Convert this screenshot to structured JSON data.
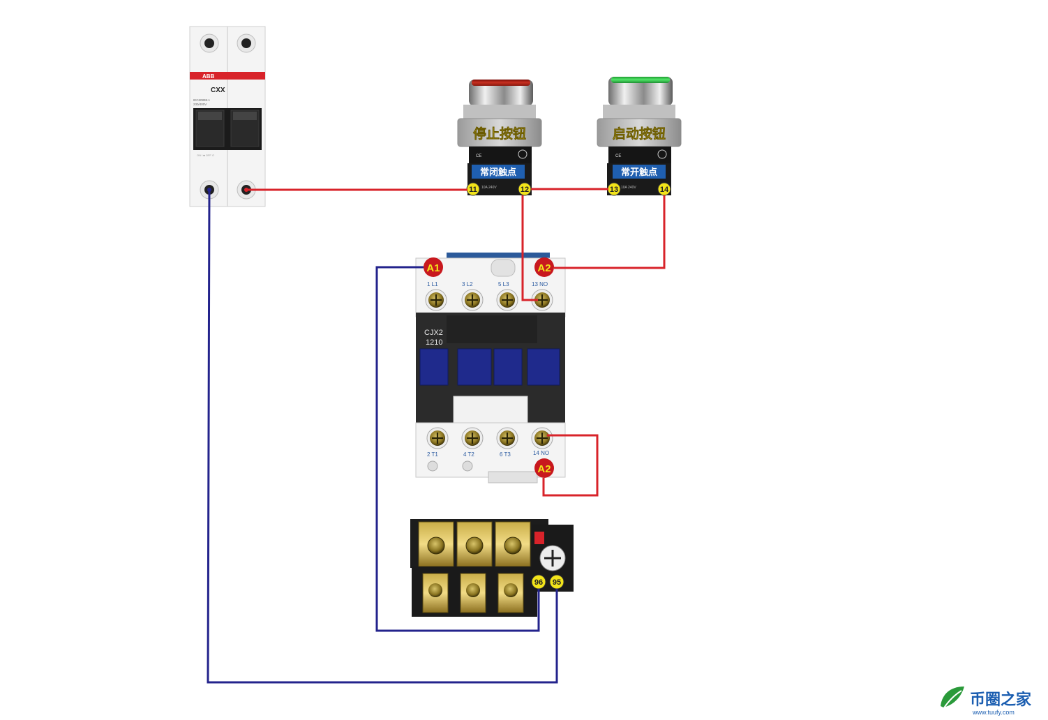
{
  "breaker": {
    "brand": "ABB",
    "model": "CXX",
    "spec_line1": "IEC60898-1",
    "spec_line2": "230/400V",
    "footer": "ON  I  ■  OFF  O"
  },
  "stop_button": {
    "title": "停止按钮",
    "contact": "常闭触点",
    "term_a": "11",
    "term_b": "12",
    "cap_color": "#b02418",
    "rating": "10A 240V"
  },
  "start_button": {
    "title": "启动按钮",
    "contact": "常开触点",
    "term_a": "13",
    "term_b": "14",
    "cap_color": "#2fd14a",
    "rating": "10A 240V"
  },
  "contactor": {
    "model_line1": "CJX2",
    "model_line2": "1210",
    "coil_a1": "A1",
    "coil_a2_top": "A2",
    "coil_a2_bottom": "A2",
    "top_terms": [
      "1  L1",
      "3  L2",
      "5  L3",
      "13 NO"
    ],
    "bottom_terms": [
      "2  T1",
      "4  T2",
      "6  T3",
      "14 NO"
    ]
  },
  "overload_relay": {
    "term_96": "96",
    "term_95": "95"
  },
  "watermark": {
    "name": "币圈之家",
    "url": "www.tuufy.com"
  },
  "colors": {
    "phase_wire": "#d8232a",
    "neutral_wire": "#23238c",
    "term_red": "#c8181e",
    "term_yellow": "#f2e41a",
    "label_yellow": "#ffe84a",
    "label_blue": "#1f5fb0",
    "watermark_green": "#2a9a3a",
    "watermark_blue": "#1a5db0"
  }
}
